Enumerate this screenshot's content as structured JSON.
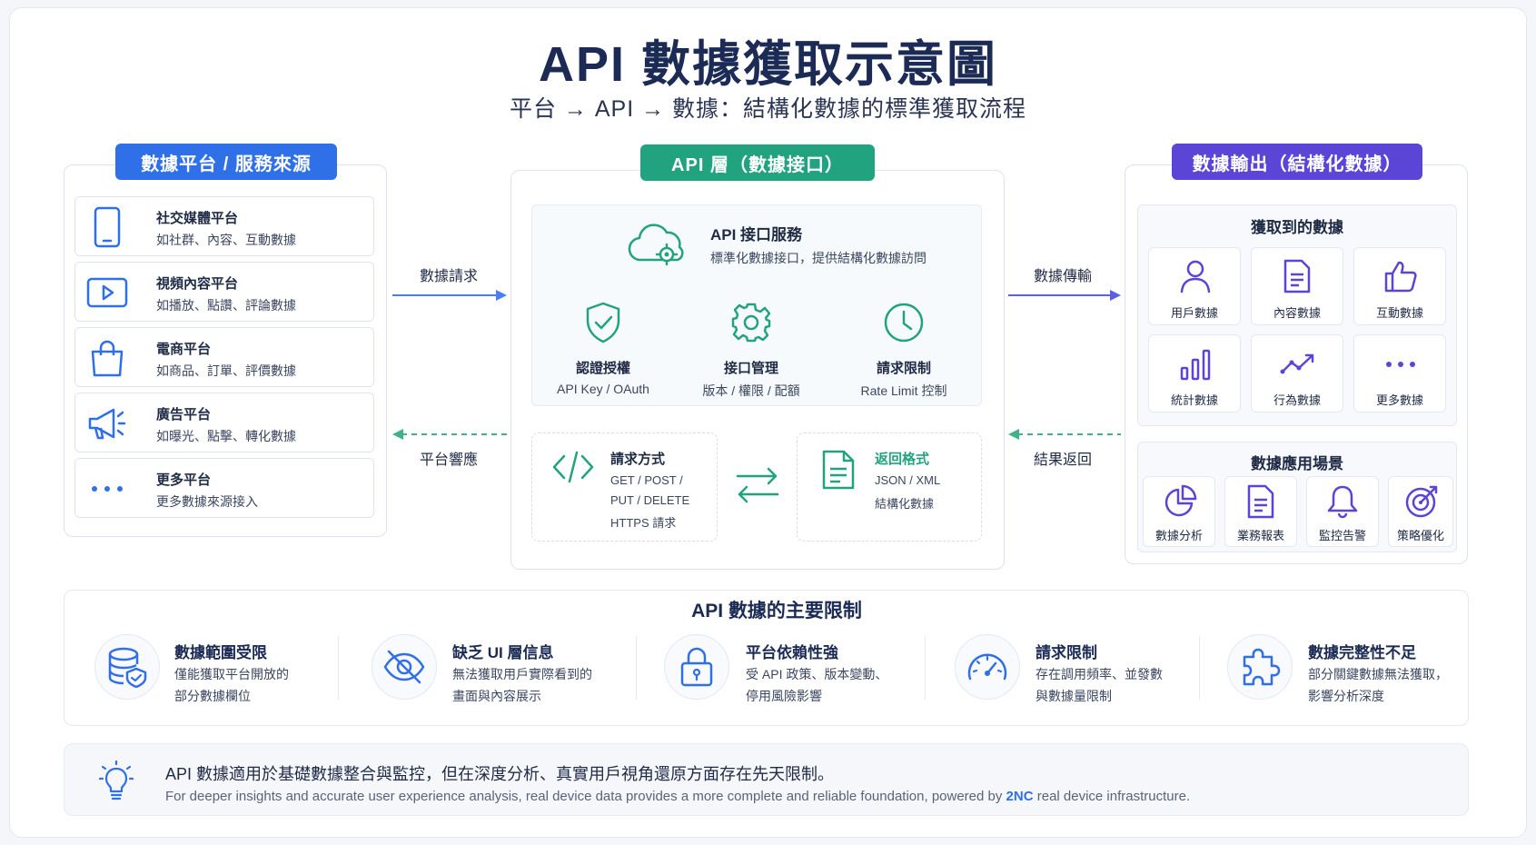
{
  "title": "API 數據獲取示意圖",
  "subtitle": "平台 → API → 數據：結構化數據的標準獲取流程",
  "colors": {
    "blue": "#2f6fe8",
    "teal": "#22a37f",
    "purple": "#5b45d6",
    "navy": "#1b2b55",
    "icon_blue": "#2f6fe8",
    "icon_teal": "#22a37f"
  },
  "left_panel": {
    "header": "數據平台 / 服務來源",
    "items": [
      {
        "icon": "smartphone-icon",
        "title": "社交媒體平台",
        "desc": "如社群、內容、互動數據"
      },
      {
        "icon": "video-play-icon",
        "title": "視頻內容平台",
        "desc": "如播放、點讚、評論數據"
      },
      {
        "icon": "shopping-bag-icon",
        "title": "電商平台",
        "desc": "如商品、訂單、評價數據"
      },
      {
        "icon": "megaphone-icon",
        "title": "廣告平台",
        "desc": "如曝光、點擊、轉化數據"
      },
      {
        "icon": "more-dots-icon",
        "title": "更多平台",
        "desc": "更多數據來源接入"
      }
    ]
  },
  "flows": {
    "request": "數據請求",
    "response": "平台響應",
    "transfer": "數據傳輸",
    "result": "結果返回"
  },
  "center_panel": {
    "header": "API 層（數據接口）",
    "service": {
      "icon": "cloud-gear-icon",
      "title": "API 接口服務",
      "desc": "標準化數據接口，提供結構化數據訪問"
    },
    "features": [
      {
        "icon": "shield-check-icon",
        "title": "認證授權",
        "desc": "API Key / OAuth"
      },
      {
        "icon": "gear-icon",
        "title": "接口管理",
        "desc": "版本 / 權限 / 配額"
      },
      {
        "icon": "clock-icon",
        "title": "請求限制",
        "desc": "Rate Limit 控制"
      }
    ],
    "request_method": {
      "icon": "code-icon",
      "title": "請求方式",
      "lines": [
        "GET / POST /",
        "PUT / DELETE",
        "HTTPS 請求"
      ]
    },
    "return_format": {
      "icon": "document-icon",
      "title": "返回格式",
      "lines": [
        "JSON / XML",
        "結構化數據"
      ]
    },
    "swap_icon": "swap-arrows-icon"
  },
  "right_panel": {
    "header": "數據輸出（結構化數據）",
    "acquired": {
      "title": "獲取到的數據",
      "items": [
        {
          "icon": "user-icon",
          "label": "用戶數據"
        },
        {
          "icon": "file-text-icon",
          "label": "內容數據"
        },
        {
          "icon": "thumbs-up-icon",
          "label": "互動數據"
        },
        {
          "icon": "bar-chart-icon",
          "label": "統計數據"
        },
        {
          "icon": "trend-line-icon",
          "label": "行為數據"
        },
        {
          "icon": "more-dots-icon",
          "label": "更多數據"
        }
      ]
    },
    "scenarios": {
      "title": "數據應用場景",
      "items": [
        {
          "icon": "pie-chart-icon",
          "label": "數據分析"
        },
        {
          "icon": "report-icon",
          "label": "業務報表"
        },
        {
          "icon": "bell-icon",
          "label": "監控告警"
        },
        {
          "icon": "target-icon",
          "label": "策略優化"
        }
      ]
    }
  },
  "limits": {
    "title": "API 數據的主要限制",
    "items": [
      {
        "icon": "database-shield-icon",
        "title": "數據範圍受限",
        "line1": "僅能獲取平台開放的",
        "line2": "部分數據欄位"
      },
      {
        "icon": "eye-off-icon",
        "title": "缺乏 UI 層信息",
        "line1": "無法獲取用戶實際看到的",
        "line2": "畫面與內容展示"
      },
      {
        "icon": "lock-icon",
        "title": "平台依賴性強",
        "line1": "受 API 政策、版本變動、",
        "line2": "停用風險影響"
      },
      {
        "icon": "gauge-icon",
        "title": "請求限制",
        "line1": "存在調用頻率、並發數",
        "line2": "與數據量限制"
      },
      {
        "icon": "puzzle-icon",
        "title": "數據完整性不足",
        "line1": "部分關鍵數據無法獲取，",
        "line2": "影響分析深度"
      }
    ]
  },
  "footer": {
    "icon": "lightbulb-icon",
    "line1": "API 數據適用於基礎數據整合與監控，但在深度分析、真實用戶視角還原方面存在先天限制。",
    "line2_before": "For deeper insights and accurate user experience analysis, real device data provides a more complete and reliable foundation, powered by ",
    "brand": "2NC",
    "line2_after": " real device infrastructure."
  }
}
